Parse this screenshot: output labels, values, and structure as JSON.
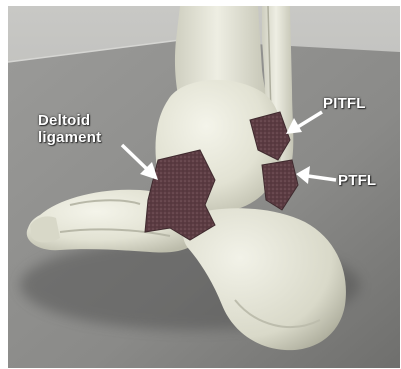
{
  "labels": {
    "deltoid_line1": "Deltoid",
    "deltoid_line2": "ligament",
    "pitfl": "PITFL",
    "ptfl": "PTFL"
  },
  "colors": {
    "background_floor": "#8d8d8b",
    "background_wall": "#b9b9b6",
    "bone": "#e6e6d8",
    "ligament": "#5a3a40",
    "label_text": "#ffffff",
    "arrow": "#ffffff"
  },
  "icons": {
    "arrow": "arrow-icon"
  }
}
